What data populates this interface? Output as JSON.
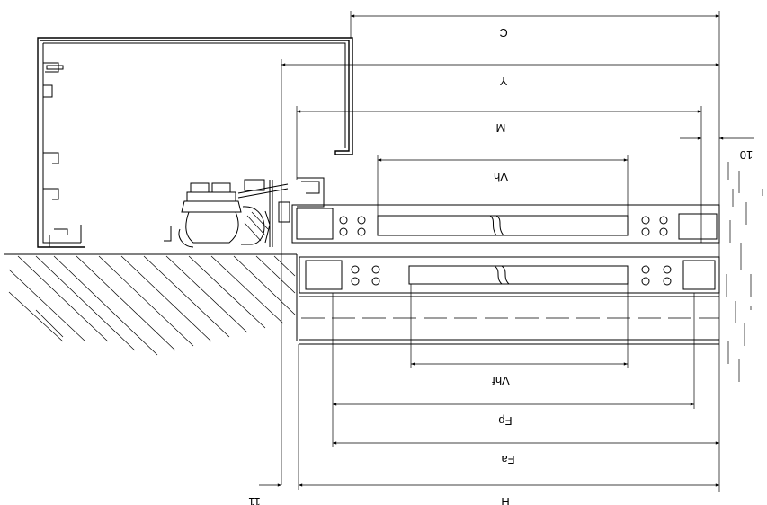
{
  "labels": {
    "c": "C",
    "y": "Y",
    "m": "M",
    "vh": "Vh",
    "ten": "10",
    "vhf": "Vhf",
    "fp": "Fp",
    "fa": "Fa",
    "h": "H",
    "eleven": "11"
  }
}
